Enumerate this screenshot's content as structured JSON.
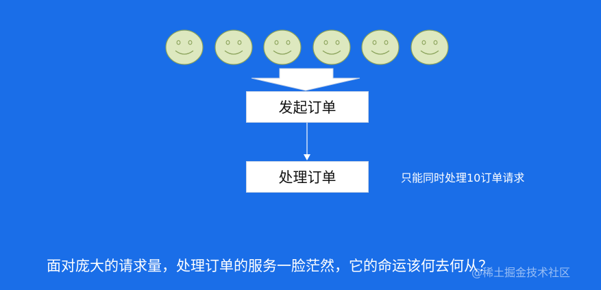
{
  "diagram": {
    "customers_count": 6,
    "steps": {
      "place_order": "发起订单",
      "process_order": "处理订单"
    },
    "capacity_note": "只能同时处理10订单请求",
    "caption": "面对庞大的请求量，处理订单的服务一脸茫然，它的命运该何去何从？",
    "watermark": "@稀土掘金技术社区"
  },
  "colors": {
    "background": "#1a6ee8",
    "face_fill": "#dde8bf",
    "face_stroke": "#8aa25a",
    "box_fill": "#ffffff",
    "text_light": "#ffffff"
  }
}
